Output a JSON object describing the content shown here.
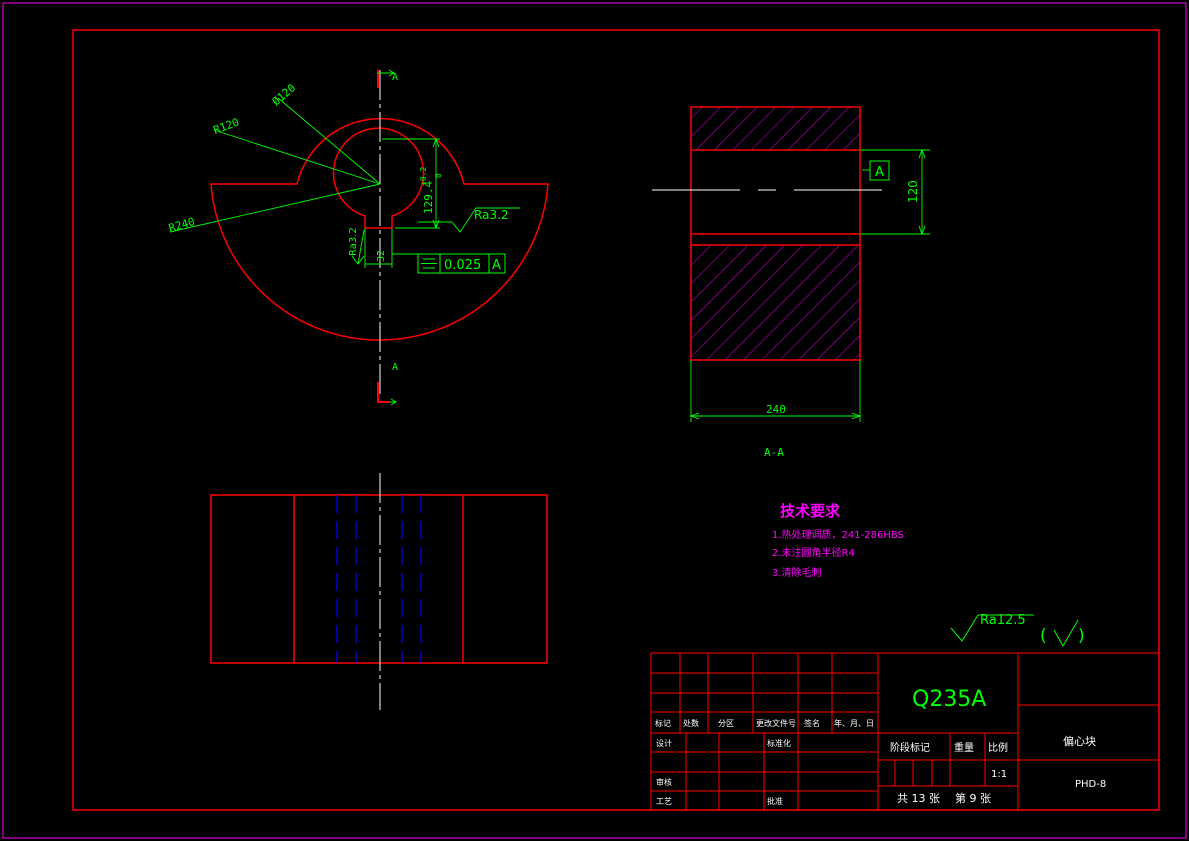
{
  "views": {
    "section_label_top": "A",
    "section_label_bottom": "A",
    "section_title": "A-A"
  },
  "dimensions": {
    "phi120": "Ø120",
    "r120": "R120",
    "r240": "R240",
    "dim_129": "129.4",
    "tol_upper": "+0.2",
    "tol_lower": "0",
    "ra32_right": "Ra3.2",
    "ra32_left": "Ra3.2",
    "key_width": "32",
    "sym_value": "0.025",
    "sym_datum": "A",
    "datum_a": "A",
    "dim_120": "120",
    "dim_240": "240"
  },
  "tech_req": {
    "title": "技术要求",
    "items": [
      "1.热处理调质，241-286HBS",
      "2.未注圆角半径R4",
      "3.清除毛刺"
    ]
  },
  "roughness": {
    "general": "Ra12.5",
    "paren_open": "(",
    "paren_close": ")"
  },
  "title_block": {
    "material": "Q235A",
    "part_name": "偏心块",
    "drawing_no": "PHD-8",
    "hdr_mark": "标记",
    "hdr_count": "处数",
    "hdr_zone": "分区",
    "hdr_doc": "更改文件号",
    "hdr_sign": "签名",
    "hdr_date": "年、月、日",
    "designer": "设计",
    "standard": "标准化",
    "stage": "阶段标记",
    "weight": "重量",
    "scale": "比例",
    "scale_val": "1:1",
    "review": "审核",
    "process": "工艺",
    "approve": "批准",
    "sheets_total": "共 13 张",
    "sheet_no": "第 9 张"
  }
}
